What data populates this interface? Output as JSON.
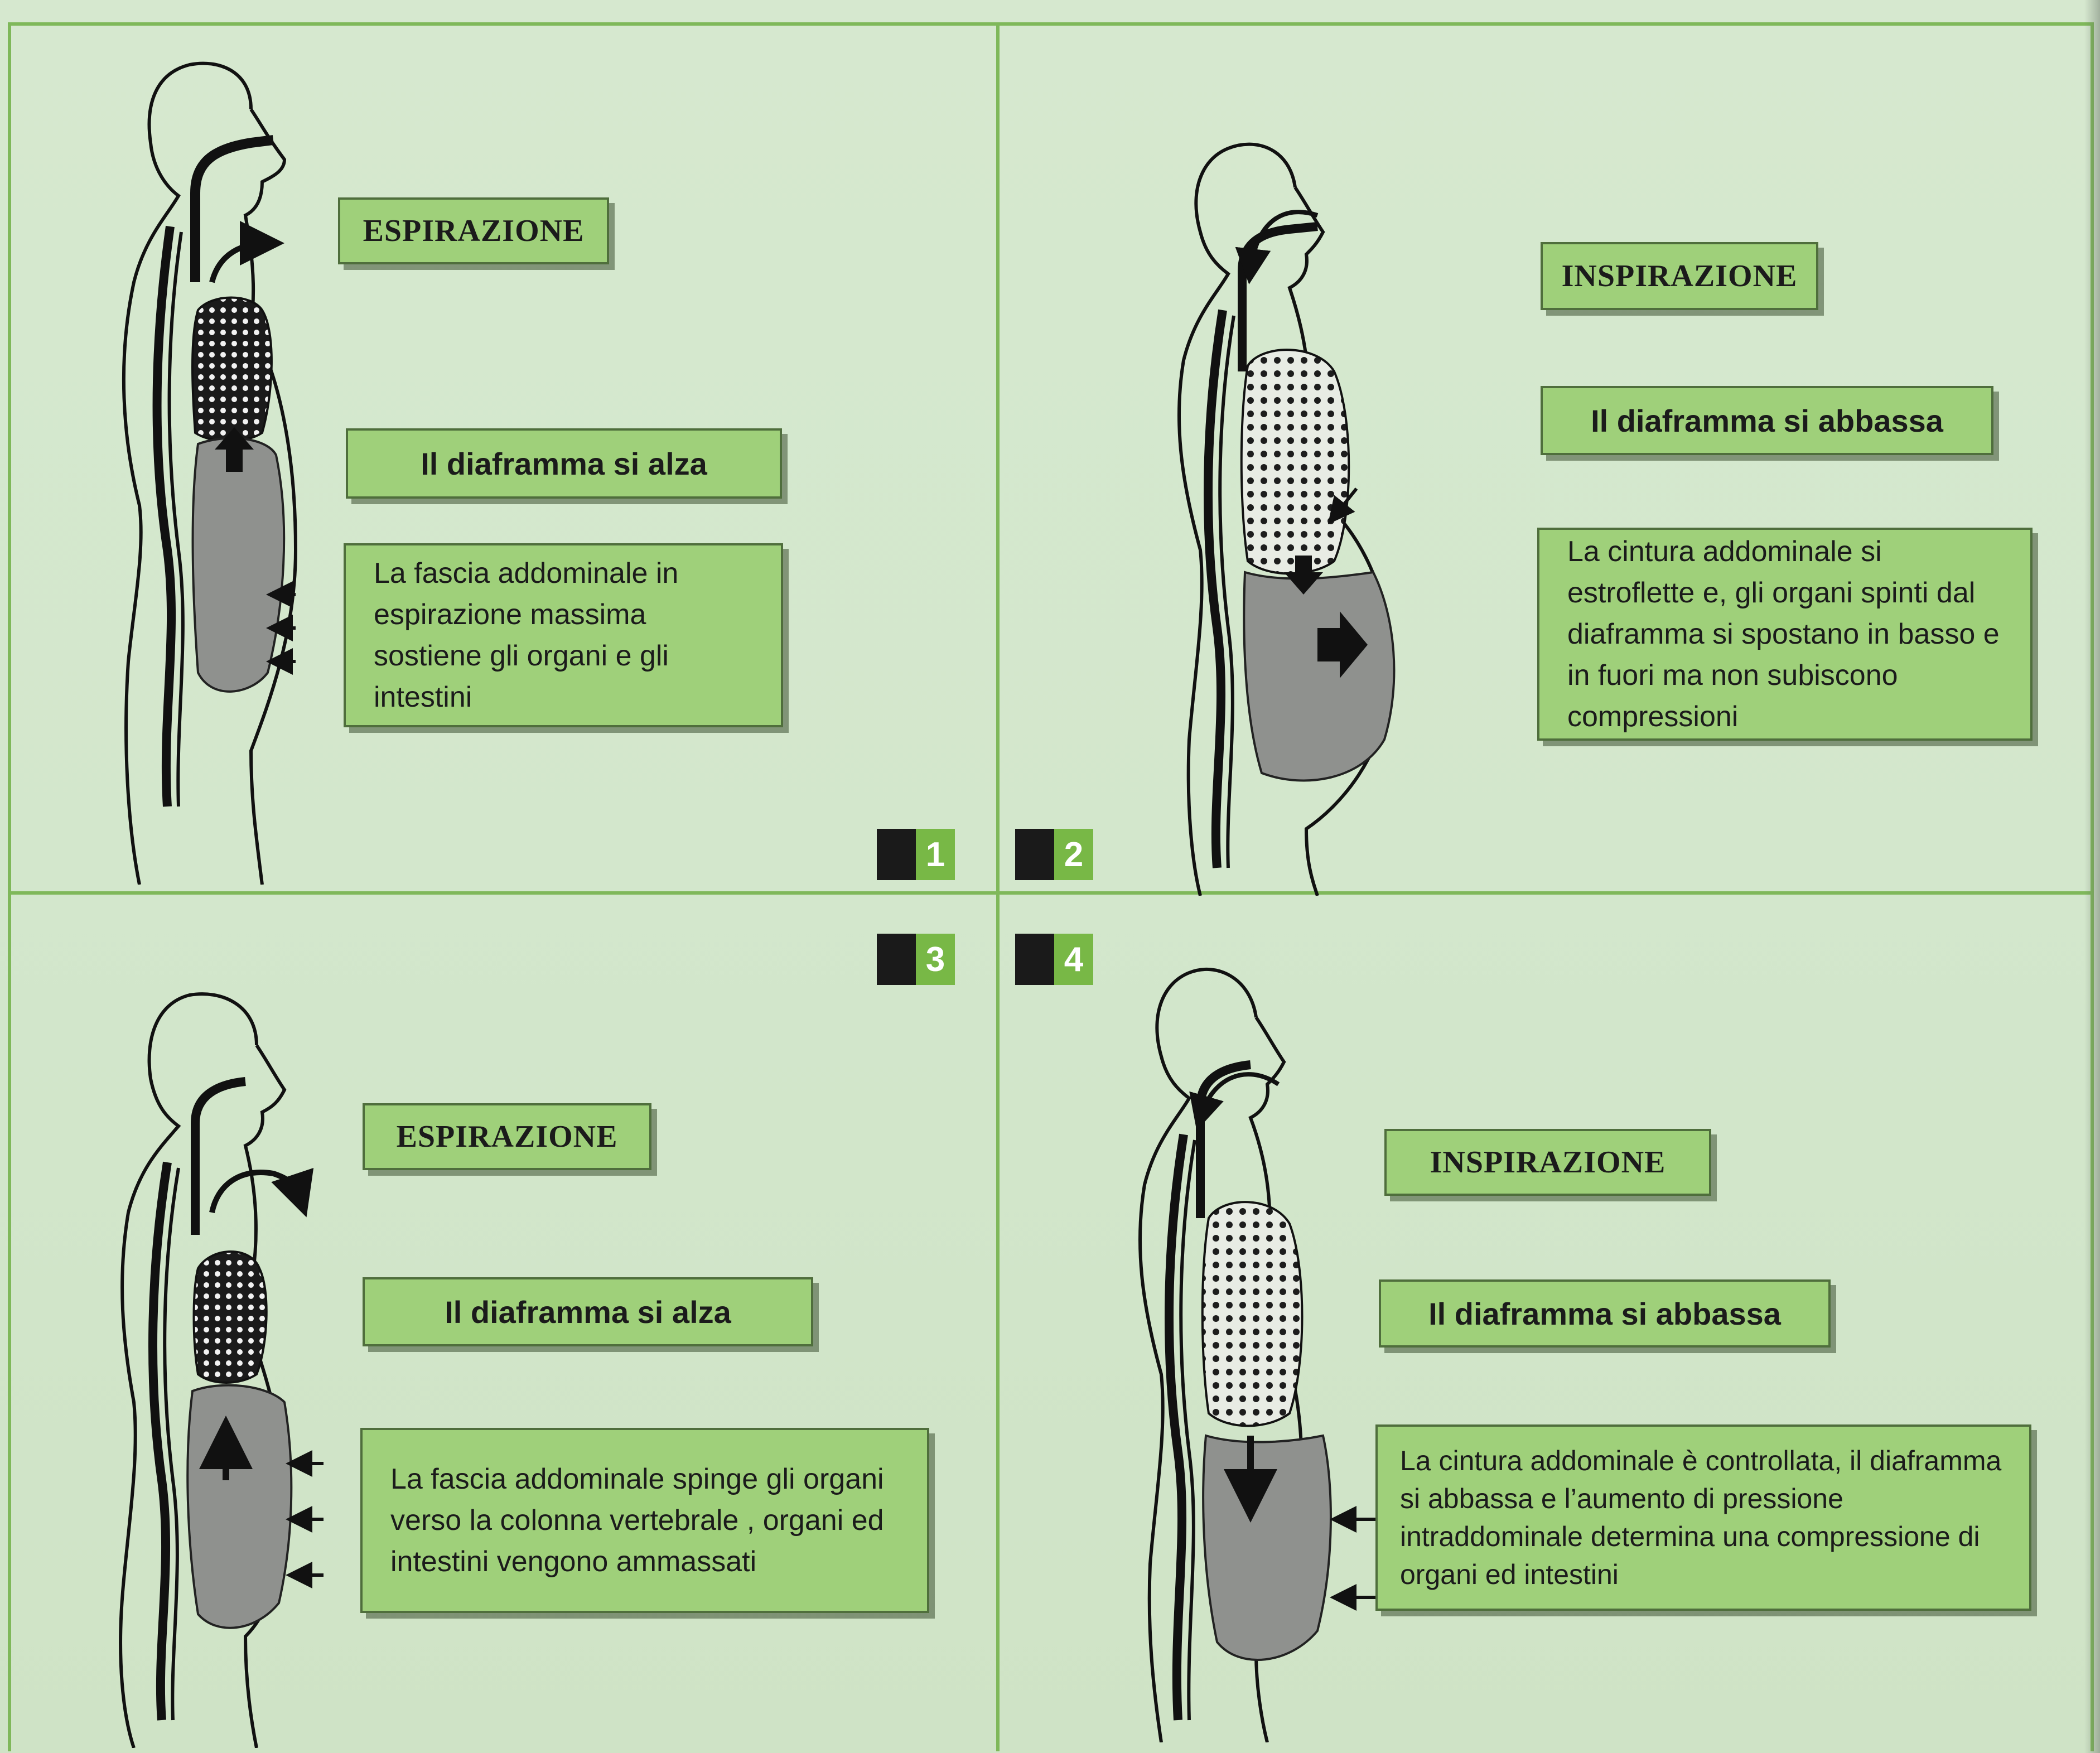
{
  "colors": {
    "background": "#d6e8cf",
    "box_fill": "#9fd07a",
    "box_border": "#4f6e3c",
    "frame": "#7fb85a",
    "badge_green": "#78b846",
    "badge_black": "#1a1a1a"
  },
  "panels": [
    {
      "number": "1",
      "title": "ESPIRAZIONE",
      "diaphragm": "Il diaframma si alza",
      "description": "La fascia addominale in espirazione massima sostiene gli organi  e gli intestini"
    },
    {
      "number": "2",
      "title": "INSPIRAZIONE",
      "diaphragm": "Il diaframma si abbassa",
      "description": "La cintura addominale si estroflette e, gli organi spinti dal diaframma si spostano in basso e in fuori ma non subiscono compressioni"
    },
    {
      "number": "3",
      "title": "ESPIRAZIONE",
      "diaphragm": "Il diaframma si alza",
      "description": "La fascia addominale spinge gli organi verso la colonna vertebrale , organi ed intestini  vengono ammassati"
    },
    {
      "number": "4",
      "title": "INSPIRAZIONE",
      "diaphragm": "Il diaframma si abbassa",
      "description": "La cintura addominale è controllata, il diaframma si abbassa e l’aumento di pressione intraddominale determina una compressione di organi ed intestini"
    }
  ]
}
